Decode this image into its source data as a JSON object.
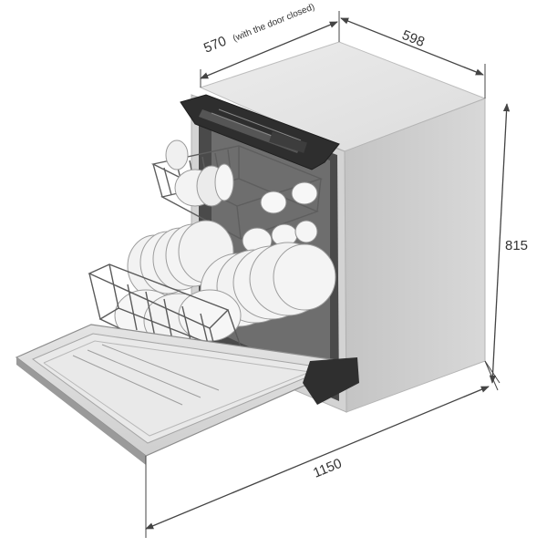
{
  "dimensions": {
    "depth_closed": {
      "value": "570",
      "note": "(with the door closed)"
    },
    "width": {
      "value": "598"
    },
    "height": {
      "value": "815"
    },
    "depth_open": {
      "value": "1150"
    }
  },
  "colors": {
    "dimension_line": "#444444",
    "cabinet_top": "#e6e6e6",
    "cabinet_side": "#cdcdcd",
    "cabinet_front": "#d9d9d9",
    "interior": "#3a3a3a",
    "rack": "#666666",
    "dish": "#f4f4f4",
    "door": "#dcdcdc"
  }
}
